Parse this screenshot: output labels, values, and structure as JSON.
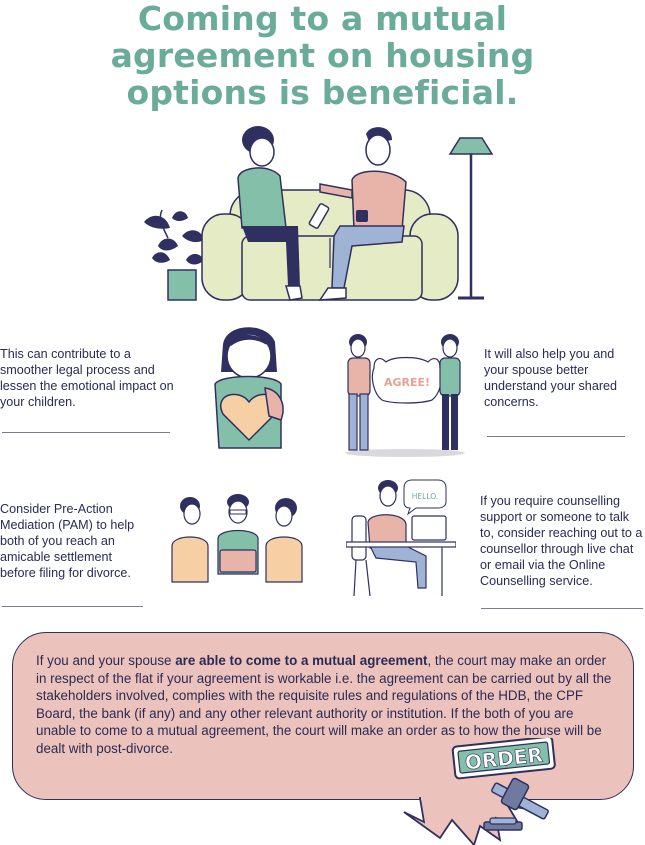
{
  "title": "Coming to a mutual agreement on housing options is beneficial.",
  "sections": {
    "children": "This can contribute to a smoother legal process and lessen the emotional impact on your children.",
    "concerns": "It will also help you and your spouse better understand your shared concerns.",
    "agree_sign": "AGREE!",
    "mediation": "Consider Pre-Action Mediation (PAM) to help both of you reach an amicable settlement before filing for divorce.",
    "hello_sign": "HELLO.",
    "counselling": "If you require counselling support or someone to talk to, consider reaching out to a counsellor through live chat or email via the Online Counselling service."
  },
  "bubble": {
    "intro": "If you and your spouse ",
    "emphasis": "are able to come to a mutual agreement",
    "rest": ", the court may make an order in respect of the flat if your agreement is workable i.e. the agreement can be carried out by all the stakeholders involved, complies with the requisite rules and regulations of the HDB, the CPF Board, the bank (if any) and any other relevant authority or institution. If the both of you are unable to come to a mutual agreement, the court will make an order as to how the house will be dealt with post-divorce.",
    "order_sign": "ORDER"
  },
  "colors": {
    "title": "#6aab9a",
    "ink": "#2a2a55",
    "bubble_fill": "#ecc3bc",
    "sofa": "#e5ebc4",
    "teal": "#84c0a9",
    "pink": "#e8b3a9",
    "navy": "#2f3060",
    "jeans": "#9fb4d4",
    "peach": "#f6d0a4"
  }
}
